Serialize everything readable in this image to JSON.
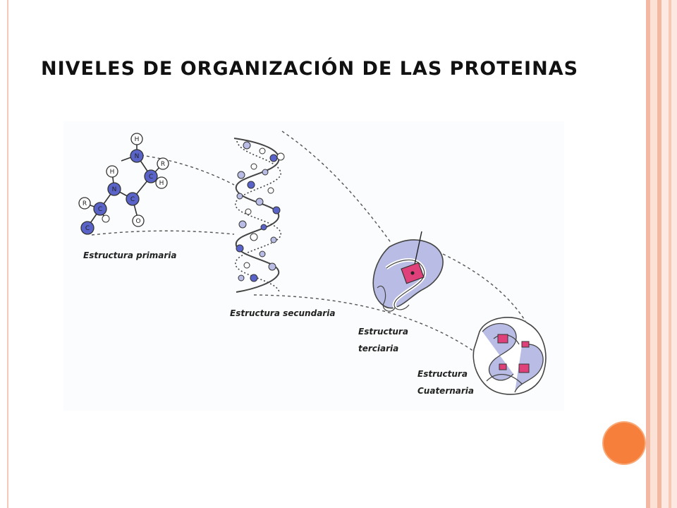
{
  "slide": {
    "title": "NIVELES DE ORGANIZACIÓN DE LAS PROTEINAS"
  },
  "diagram": {
    "labels": {
      "primary": "Estructura primaria",
      "secondary": "Estructura secundaria",
      "tertiary_1": "Estructura",
      "tertiary_2": "terciaria",
      "quaternary_1": "Estructura",
      "quaternary_2": "Cuaternaria"
    },
    "atoms": {
      "h1": "H",
      "n1": "N",
      "r1": "R",
      "c1": "C",
      "h2": "H",
      "h3": "H",
      "n2": "N",
      "c2": "C",
      "o1": "O",
      "r2": "R",
      "c3": "C",
      "c4": "C"
    },
    "colors": {
      "accent": "#f57f3b",
      "atom_blue": "#5a64c8",
      "ribbon": "#b9bde6",
      "heme": "#e0407a"
    }
  }
}
